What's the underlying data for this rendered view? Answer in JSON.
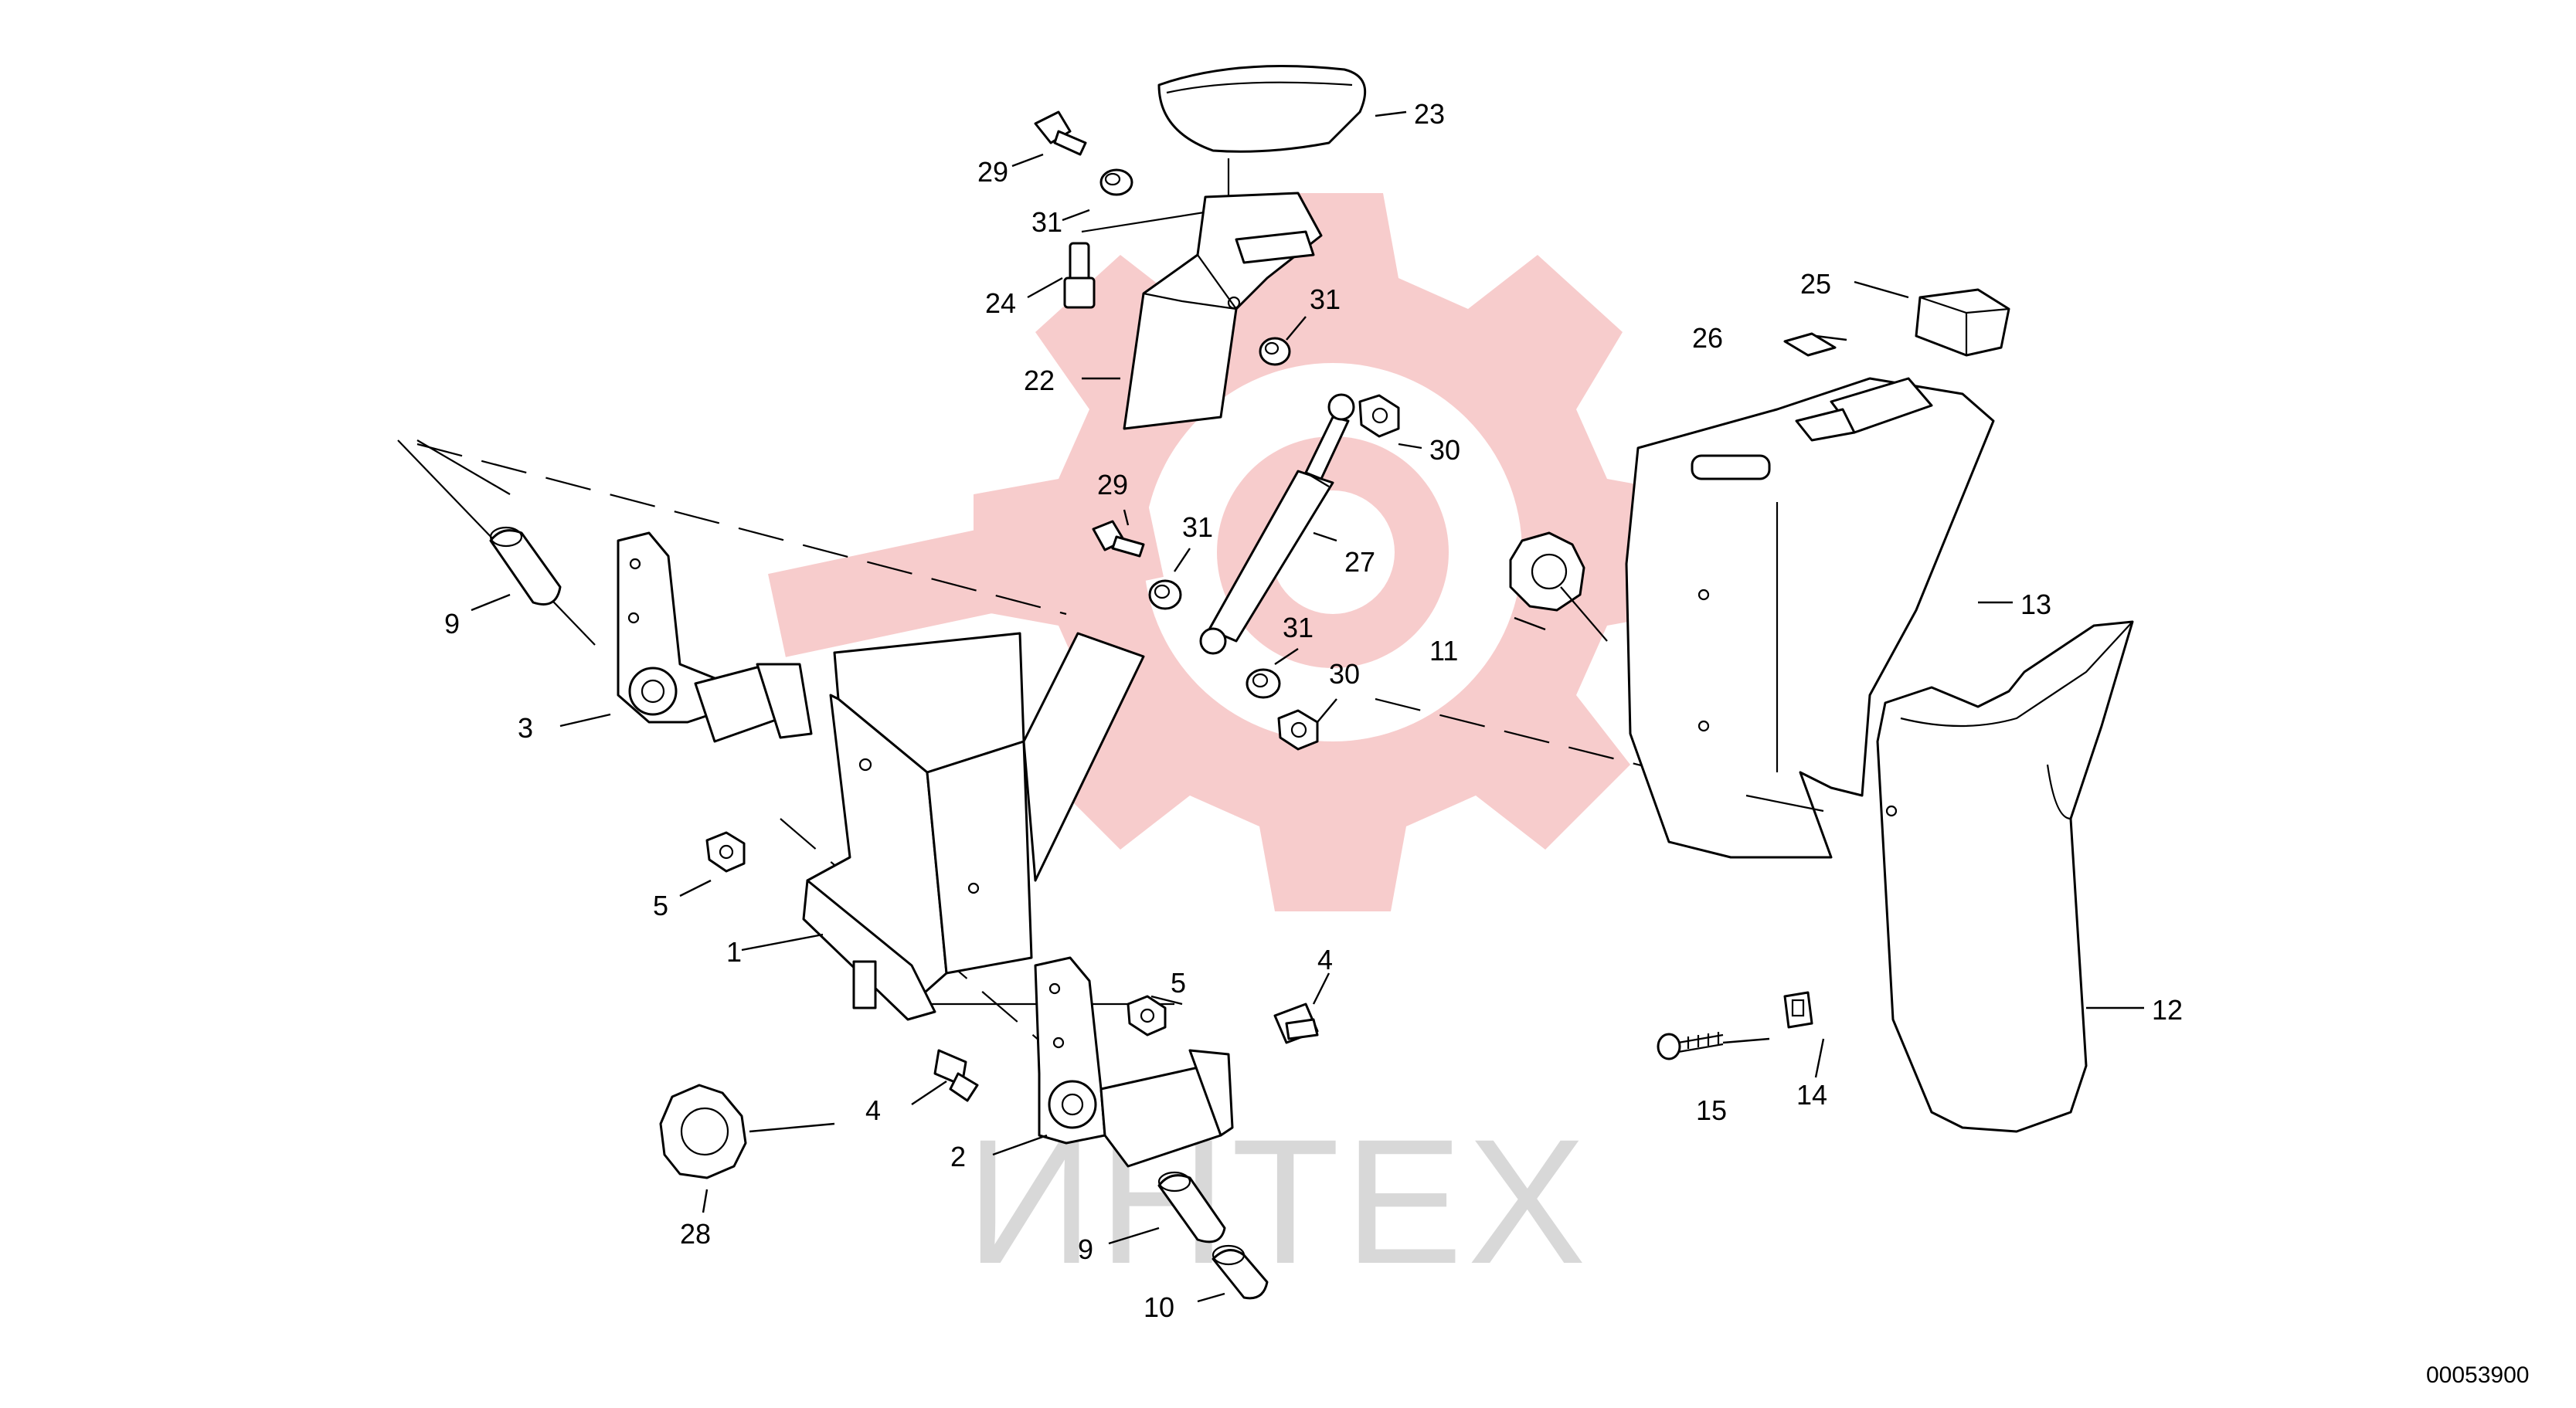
{
  "diagram": {
    "reference_number": "00053900",
    "watermark_text": "ИНТЕХ",
    "watermark_color": "#f6c7c7",
    "callouts": [
      {
        "id": "1",
        "text": "1"
      },
      {
        "id": "2",
        "text": "2"
      },
      {
        "id": "3",
        "text": "3"
      },
      {
        "id": "4a",
        "text": "4"
      },
      {
        "id": "4b",
        "text": "4"
      },
      {
        "id": "5a",
        "text": "5"
      },
      {
        "id": "5b",
        "text": "5"
      },
      {
        "id": "9a",
        "text": "9"
      },
      {
        "id": "9b",
        "text": "9"
      },
      {
        "id": "10",
        "text": "10"
      },
      {
        "id": "11",
        "text": "11"
      },
      {
        "id": "12",
        "text": "12"
      },
      {
        "id": "13",
        "text": "13"
      },
      {
        "id": "14",
        "text": "14"
      },
      {
        "id": "15",
        "text": "15"
      },
      {
        "id": "22",
        "text": "22"
      },
      {
        "id": "23",
        "text": "23"
      },
      {
        "id": "24",
        "text": "24"
      },
      {
        "id": "25",
        "text": "25"
      },
      {
        "id": "26",
        "text": "26"
      },
      {
        "id": "27",
        "text": "27"
      },
      {
        "id": "28",
        "text": "28"
      },
      {
        "id": "29a",
        "text": "29"
      },
      {
        "id": "29b",
        "text": "29"
      },
      {
        "id": "30a",
        "text": "30"
      },
      {
        "id": "30b",
        "text": "30"
      },
      {
        "id": "31a",
        "text": "31"
      },
      {
        "id": "31b",
        "text": "31"
      },
      {
        "id": "31c",
        "text": "31"
      },
      {
        "id": "31d",
        "text": "31"
      }
    ]
  }
}
